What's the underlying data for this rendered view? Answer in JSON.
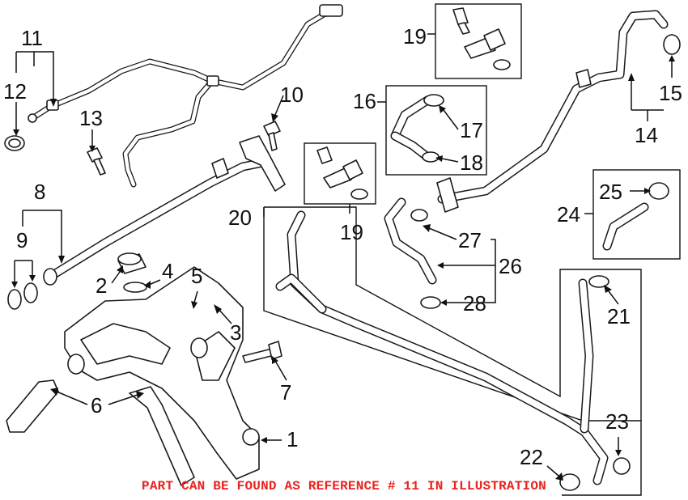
{
  "callouts": {
    "c1": "1",
    "c2": "2",
    "c3": "3",
    "c4": "4",
    "c5": "5",
    "c6": "6",
    "c7": "7",
    "c8": "8",
    "c9": "9",
    "c10": "10",
    "c11": "11",
    "c12": "12",
    "c13": "13",
    "c14": "14",
    "c15": "15",
    "c16": "16",
    "c17": "17",
    "c18": "18",
    "c19a": "19",
    "c19b": "19",
    "c20": "20",
    "c21": "21",
    "c22": "22",
    "c23": "23",
    "c24": "24",
    "c25": "25",
    "c26": "26",
    "c27": "27",
    "c28": "28"
  },
  "notice": "PART CAN BE FOUND AS REFERENCE # 11 IN ILLUSTRATION",
  "colors": {
    "notice": "#e8231f",
    "lines": "#1a1a1a",
    "background": "#ffffff"
  }
}
